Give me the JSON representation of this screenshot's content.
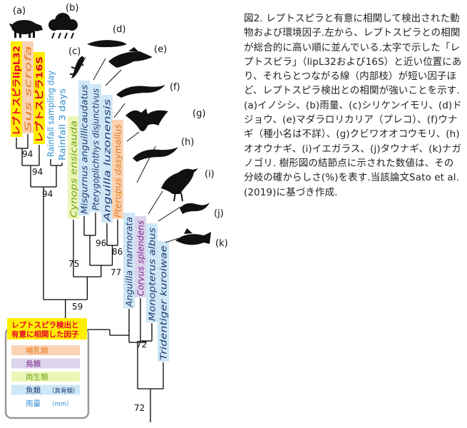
{
  "caption": "図2. レプトスピラと有意に相関して検出された動物および環境因子.左から、レプトスピラとの相関が総合的に高い順に並んでいる.太字で示した「レプトスピラ」（lipL32および16S）と近い位置にあり、それらとつながる線（内部枝）が短い因子ほど、レプトスピラ検出との相関が強いことを示す.(a)イノシシ、(b)雨量、(c)シリケンイモリ、(d)ドジョウ、(e)マダラロリカリア（プレコ）、(f)ウナギ（種小名は不詳）、(g)クビワオオコウモリ、(h)オオウナギ、(i)イエガラス、(j)タウナギ、(k)ナガノゴリ. 樹形図の結節点に示された数値は、その分岐の確からしさ(%)を表す.当該論文Sato et al. (2019)に基づき作成.",
  "colors": {
    "leptospira_bg": "#ffee00",
    "leptospira_text": "#e6002d",
    "mammal_bg": "#f9d3b4",
    "mammal_text": "#e8791c",
    "bird_bg": "#dcd3ec",
    "bird_text": "#7b2a8c",
    "amphibian_bg": "#eef5b6",
    "amphibian_text": "#6aa519",
    "fish_bg": "#cfe7f6",
    "fish_text": "#1f3b70",
    "rain_text": "#2f8fce",
    "tree_line": "#000000"
  },
  "tips": [
    {
      "label": "レプトスピラlipL32",
      "category": "leptospira"
    },
    {
      "label": "Sus scrofa",
      "category": "mammal"
    },
    {
      "label": "レプトスピラ16S",
      "category": "leptospira"
    },
    {
      "label": "Rainfall sampling day",
      "category": "rain"
    },
    {
      "label": "Rainfall 3 days",
      "category": "rain"
    },
    {
      "label": "Cynops ensicauda",
      "category": "amphibian"
    },
    {
      "label": "Misgurnus anguillicaudatus",
      "category": "fish"
    },
    {
      "label": "Pterygoplichthys disjunctivus",
      "category": "fish"
    },
    {
      "label": "Anguilla luzonensis",
      "category": "fish"
    },
    {
      "label": "Pteropus dasymallus",
      "category": "mammal"
    },
    {
      "label": "Anguilla marmorata",
      "category": "fish"
    },
    {
      "label": "Corvus splendens",
      "category": "bird"
    },
    {
      "label": "Monopterus albus",
      "category": "fish"
    },
    {
      "label": "Tridentiger kuroiwae",
      "category": "fish"
    }
  ],
  "bootstraps": [
    "94",
    "94",
    "94",
    "75",
    "96",
    "86",
    "77",
    "59",
    "72",
    "72"
  ],
  "silhouette_letters": [
    "(a)",
    "(b)",
    "(c)",
    "(d)",
    "(e)",
    "(f)",
    "(g)",
    "(h)",
    "(i)",
    "(j)",
    "(k)"
  ],
  "silhouettes": [
    "boar-icon",
    "raincloud-icon",
    "newt-icon",
    "loach-icon",
    "pleco-icon",
    "eel-icon",
    "bat-icon",
    "eel-icon",
    "crow-icon",
    "swamp-eel-icon",
    "goby-icon"
  ],
  "legend": {
    "title_line1": "レプトスピラ検出と",
    "title_line2": "有意に相関した因子",
    "items": [
      {
        "label": "哺乳類",
        "category": "mammal"
      },
      {
        "label": "鳥類",
        "category": "bird"
      },
      {
        "label": "両生類",
        "category": "amphibian"
      },
      {
        "label": "魚類",
        "note": "（真骨類）",
        "category": "fish"
      },
      {
        "label": "雨量",
        "note": "（mm）",
        "category": "rain"
      }
    ]
  }
}
